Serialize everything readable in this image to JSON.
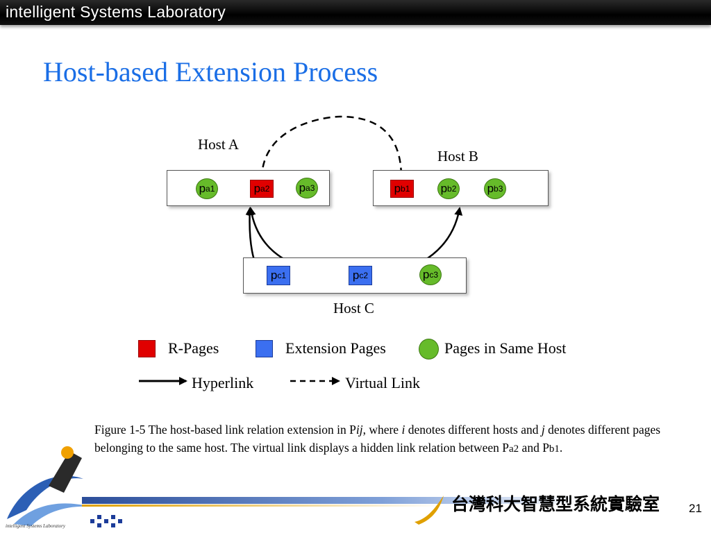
{
  "header": {
    "title": "intelligent Systems Laboratory"
  },
  "slide": {
    "title": "Host-based Extension Process",
    "page_number": "21"
  },
  "hosts": {
    "a": {
      "label": "Host A"
    },
    "b": {
      "label": "Host B"
    },
    "c": {
      "label": "Host C"
    }
  },
  "nodes": {
    "a1": {
      "base": "p",
      "sub": "a1",
      "kind": "same-host"
    },
    "a2": {
      "base": "p",
      "sub": "a2",
      "kind": "r-page"
    },
    "a3": {
      "base": "p",
      "sub": "a3",
      "kind": "same-host"
    },
    "b1": {
      "base": "p",
      "sub": "b1",
      "kind": "r-page"
    },
    "b2": {
      "base": "p",
      "sub": "b2",
      "kind": "same-host"
    },
    "b3": {
      "base": "p",
      "sub": "b3",
      "kind": "same-host"
    },
    "c1": {
      "base": "p",
      "sub": "c1",
      "kind": "extension"
    },
    "c2": {
      "base": "p",
      "sub": "c2",
      "kind": "extension"
    },
    "c3": {
      "base": "p",
      "sub": "c3",
      "kind": "same-host"
    }
  },
  "links": [
    {
      "from": "a2",
      "to": "b1",
      "type": "virtual"
    },
    {
      "from": "c1",
      "to": "a2",
      "type": "hyperlink"
    },
    {
      "from": "c2",
      "to": "a2",
      "type": "hyperlink"
    },
    {
      "from": "c2",
      "to": "b2",
      "type": "hyperlink"
    }
  ],
  "legend": {
    "r_pages": "R-Pages",
    "extension_pages": "Extension Pages",
    "same_host": "Pages in Same Host",
    "hyperlink": "Hyperlink",
    "virtual_link": "Virtual Link"
  },
  "caption": {
    "part1": "Figure 1-5 The host-based link relation extension in P",
    "ij": "ij",
    "part2": ", where ",
    "i": "i",
    "part3": " denotes different hosts and ",
    "j": "j",
    "part4": " denotes different pages belonging to the same host.  The virtual link displays a hidden link relation between P",
    "a2": "a2",
    "part5": " and P",
    "b1": "b1",
    "part6": "."
  },
  "footer": {
    "lab_name_cn": "台灣科大智慧型系統實驗室",
    "logo_caption": "intelligent Systems Laboratory"
  },
  "colors": {
    "title": "#1a6ee6",
    "r_page": "#e00000",
    "extension_page": "#3b6ff0",
    "same_host_page": "#66bb2a"
  }
}
